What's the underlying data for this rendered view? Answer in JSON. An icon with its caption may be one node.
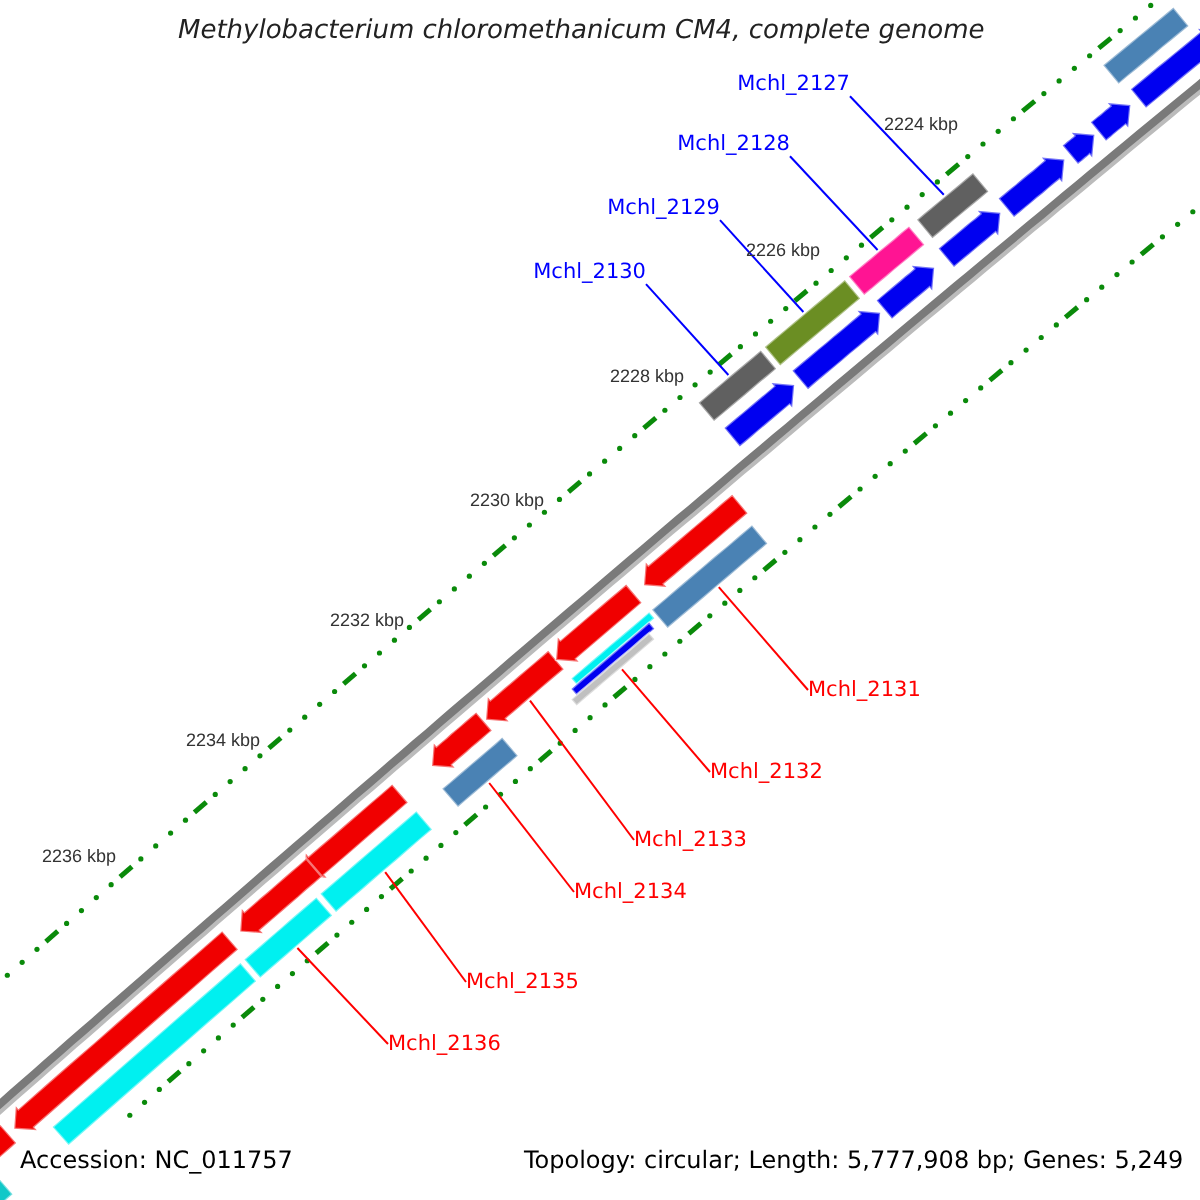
{
  "diagram": {
    "title": "Methylobacterium chloromethanicum CM4, complete genome",
    "nodes": [
      {
        "text": [
          "Mchl_2127"
        ]
      },
      {
        "text": [
          "Mchl_2128"
        ]
      },
      {
        "text": [
          "Mchl_2129"
        ]
      },
      {
        "text": [
          "Mchl_2130"
        ]
      },
      {
        "text": [
          "Mchl_2131"
        ]
      },
      {
        "text": [
          "Mchl_2132"
        ]
      },
      {
        "text": [
          "Mchl_2133"
        ]
      },
      {
        "text": [
          "Mchl_2134"
        ]
      },
      {
        "text": [
          "Mchl_2135"
        ]
      },
      {
        "text": [
          "Mchl_2136"
        ]
      },
      {
        "text": [],
        "shape": "bar"
      },
      {
        "text": [],
        "shape": "bar"
      },
      {
        "text": [],
        "shape": "bar"
      },
      {
        "text": [],
        "shape": "bar"
      },
      {
        "text": [],
        "shape": "bar"
      },
      {
        "text": [],
        "shape": "bar"
      },
      {
        "text": [],
        "shape": "bar"
      },
      {
        "text": [],
        "shape": "bar"
      },
      {
        "text": [],
        "shape": "bar"
      },
      {
        "text": [],
        "shape": "bar"
      },
      {
        "text": [],
        "shape": "bar"
      },
      {
        "text": [],
        "shape": "bar"
      },
      {
        "text": [],
        "shape": "bar"
      },
      {
        "text": [],
        "shape": "bar"
      },
      {
        "text": [],
        "shape": "bar"
      },
      {
        "text": [],
        "shape": "bar"
      },
      {
        "text": [],
        "shape": "bar"
      },
      {
        "text": [],
        "shape": "bar"
      },
      {
        "text": [],
        "shape": "bar"
      },
      {
        "text": [],
        "shape": "bar"
      },
      {
        "text": [],
        "shape": "bar"
      },
      {
        "text": [],
        "shape": "bar"
      },
      {
        "text": [],
        "shape": "bar"
      },
      {
        "text": [],
        "shape": "bar"
      },
      {
        "text": [],
        "shape": "bar"
      },
      {
        "text": [],
        "shape": "bar"
      },
      {
        "text": [],
        "shape": "bar"
      },
      {
        "text": [],
        "shape": "bar"
      }
    ],
    "edges": [
      {
        "from": 0,
        "to": 10,
        "arrow": "none",
        "color": "#0000ff"
      },
      {
        "from": 1,
        "to": 11,
        "arrow": "none",
        "color": "#0000ff"
      },
      {
        "from": 2,
        "to": 12,
        "arrow": "none",
        "color": "#0000ff"
      },
      {
        "from": 3,
        "to": 13,
        "arrow": "none",
        "color": "#0000ff"
      },
      {
        "from": 4,
        "to": 14,
        "arrow": "none"
      },
      {
        "from": 5,
        "to": 15,
        "arrow": "none"
      },
      {
        "from": 6,
        "to": 16,
        "arrow": "none"
      },
      {
        "from": 7,
        "to": 17,
        "arrow": "none"
      },
      {
        "from": 8,
        "to": 18,
        "arrow": "none"
      },
      {
        "from": 9,
        "to": 19,
        "arrow": "none"
      }
    ],
    "labels": [
      "2224 kbp",
      "2226 kbp",
      "2228 kbp",
      "2230 kbp",
      "2232 kbp",
      "2234 kbp",
      "2236 kbp",
      "Accession: NC_011757",
      "Topology: circular; Length: 5,777,908 bp; Genes: 5,249"
    ]
  }
}
